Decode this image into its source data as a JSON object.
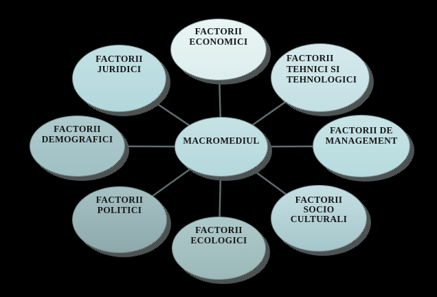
{
  "diagram": {
    "background_color": "#000000",
    "connector_color": "#5d6d6d",
    "connector_width": 2.5,
    "text_color": "#161616",
    "shadow_dither_color": "#9aa6a6"
  },
  "nodes": {
    "macromediul": {
      "lines": [
        "MACROMEDIUL"
      ],
      "fill_top": "#c6e2e5",
      "fill_bottom": "#b4d8dc"
    },
    "economici": {
      "lines": [
        "FACTORII",
        "ECONOMICI"
      ],
      "fill_top": "#eaf5f5",
      "fill_bottom": "#ddeded"
    },
    "tehnici": {
      "lines": [
        "FACTORII",
        "TEHNICI SI",
        "TEHNOLOGICI"
      ],
      "fill_top": "#d5eaed",
      "fill_bottom": "#c3dfe3"
    },
    "management": {
      "lines": [
        "FACTORII DE",
        "MANAGEMENT"
      ],
      "fill_top": "#c9e4e7",
      "fill_bottom": "#b6dbde"
    },
    "socio": {
      "lines": [
        "FACTORII",
        "SOCIO",
        "CULTURALI"
      ],
      "fill_top": "#c6e0e4",
      "fill_bottom": "#a4c6ca"
    },
    "ecologici": {
      "lines": [
        "FACTORII",
        "ECOLOGICI"
      ],
      "fill_top": "#aec9ca",
      "fill_bottom": "#9cb9ba"
    },
    "politici": {
      "lines": [
        "FACTORII",
        "POLITICI"
      ],
      "fill_top": "#a6c1c4",
      "fill_bottom": "#8ea9ac"
    },
    "demografici": {
      "lines": [
        "FACTORII",
        "DEMOGRAFICI"
      ],
      "fill_top": "#aecbce",
      "fill_bottom": "#a0c0c3"
    },
    "juridici": {
      "lines": [
        "FACTORII",
        "JURIDICI"
      ],
      "fill_top": "#c4e1e4",
      "fill_bottom": "#b2d8dc"
    }
  },
  "connections": [
    [
      "macromediul",
      "economici"
    ],
    [
      "macromediul",
      "tehnici"
    ],
    [
      "macromediul",
      "management"
    ],
    [
      "macromediul",
      "socio"
    ],
    [
      "macromediul",
      "ecologici"
    ],
    [
      "macromediul",
      "politici"
    ],
    [
      "macromediul",
      "demografici"
    ],
    [
      "macromediul",
      "juridici"
    ]
  ]
}
